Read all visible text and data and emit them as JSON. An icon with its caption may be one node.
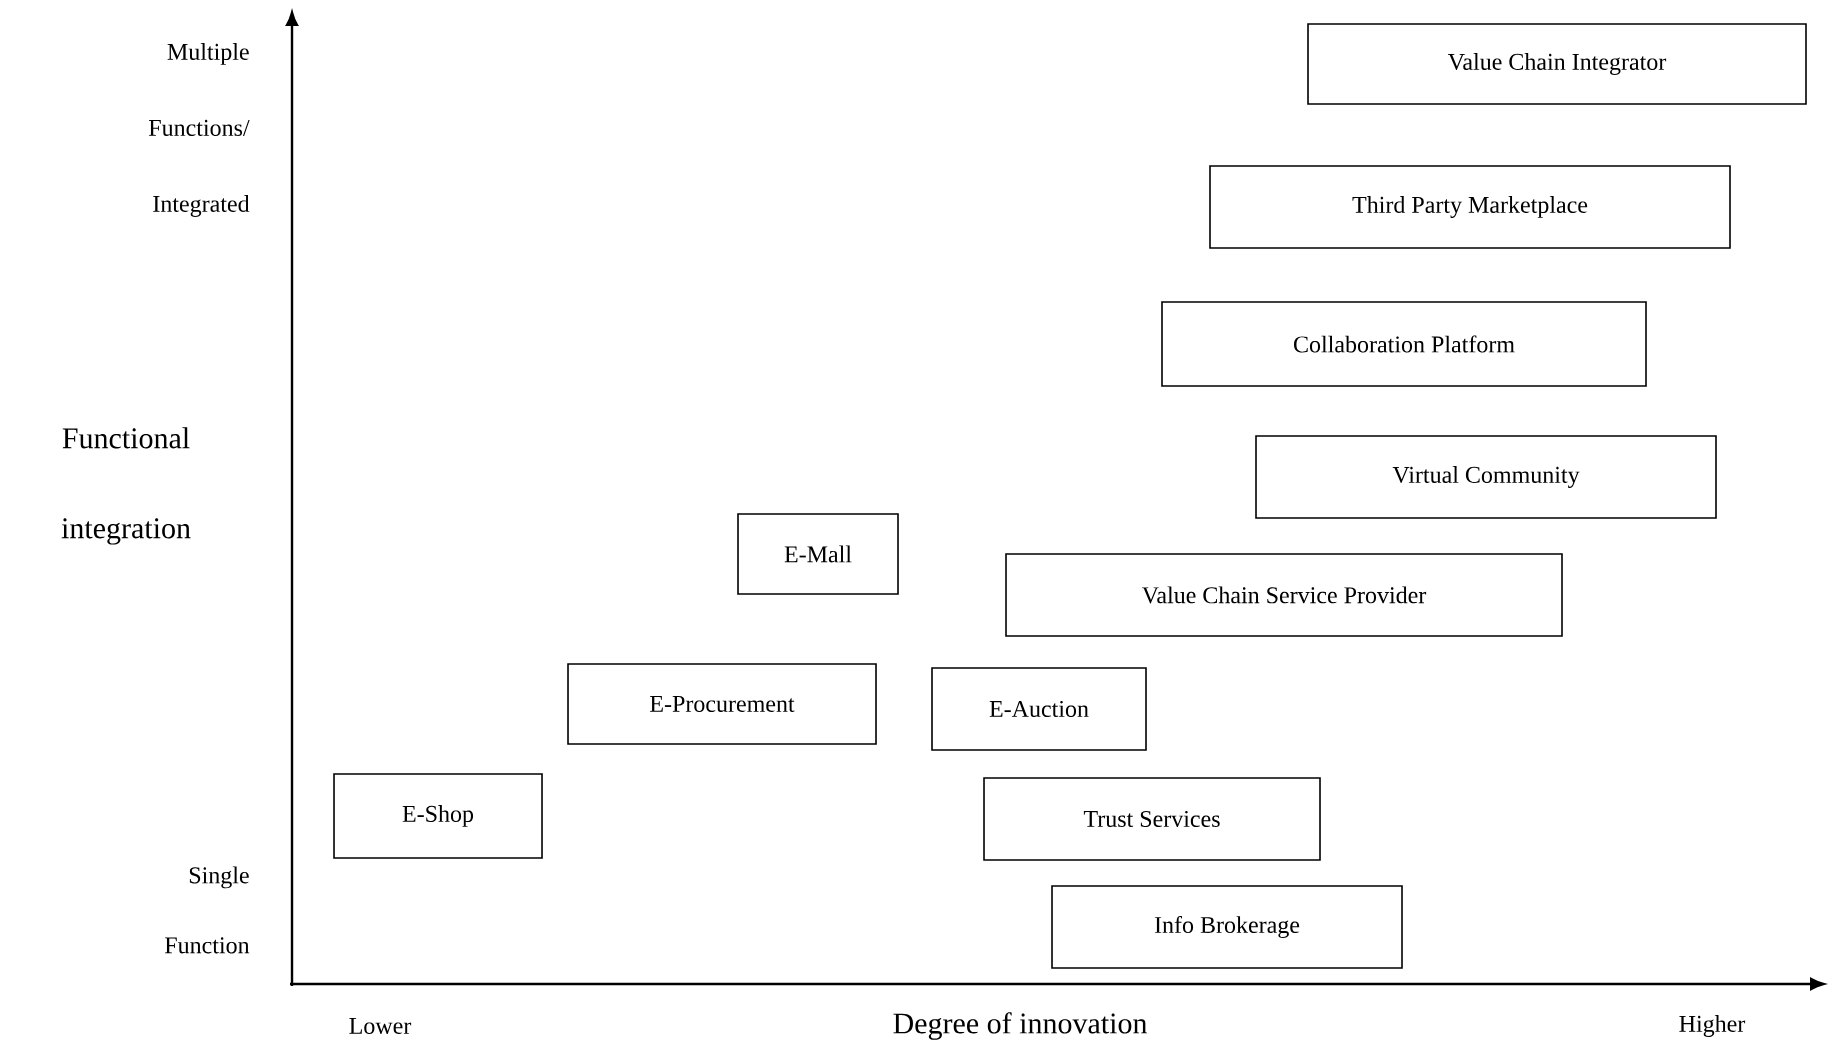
{
  "diagram": {
    "nodes": [
      {
        "text": [
          "Value Chain Integrator"
        ]
      },
      {
        "text": [
          "Third Party Marketplace"
        ]
      },
      {
        "text": [
          "Collaboration Platform"
        ]
      },
      {
        "text": [
          "Virtual Community"
        ]
      },
      {
        "text": [
          "E-Mall"
        ]
      },
      {
        "text": [
          "Value Chain Service Provider"
        ]
      },
      {
        "text": [
          "E-Procurement"
        ]
      },
      {
        "text": [
          "E-Auction"
        ]
      },
      {
        "text": [
          "E-Shop"
        ]
      },
      {
        "text": [
          "Trust Services"
        ]
      },
      {
        "text": [
          "Info Brokerage"
        ]
      }
    ],
    "labels": [
      "Multiple Functions/ Integrated",
      "Functional integration",
      "Single Function",
      "Lower",
      "Degree of innovation",
      "Higher"
    ]
  }
}
